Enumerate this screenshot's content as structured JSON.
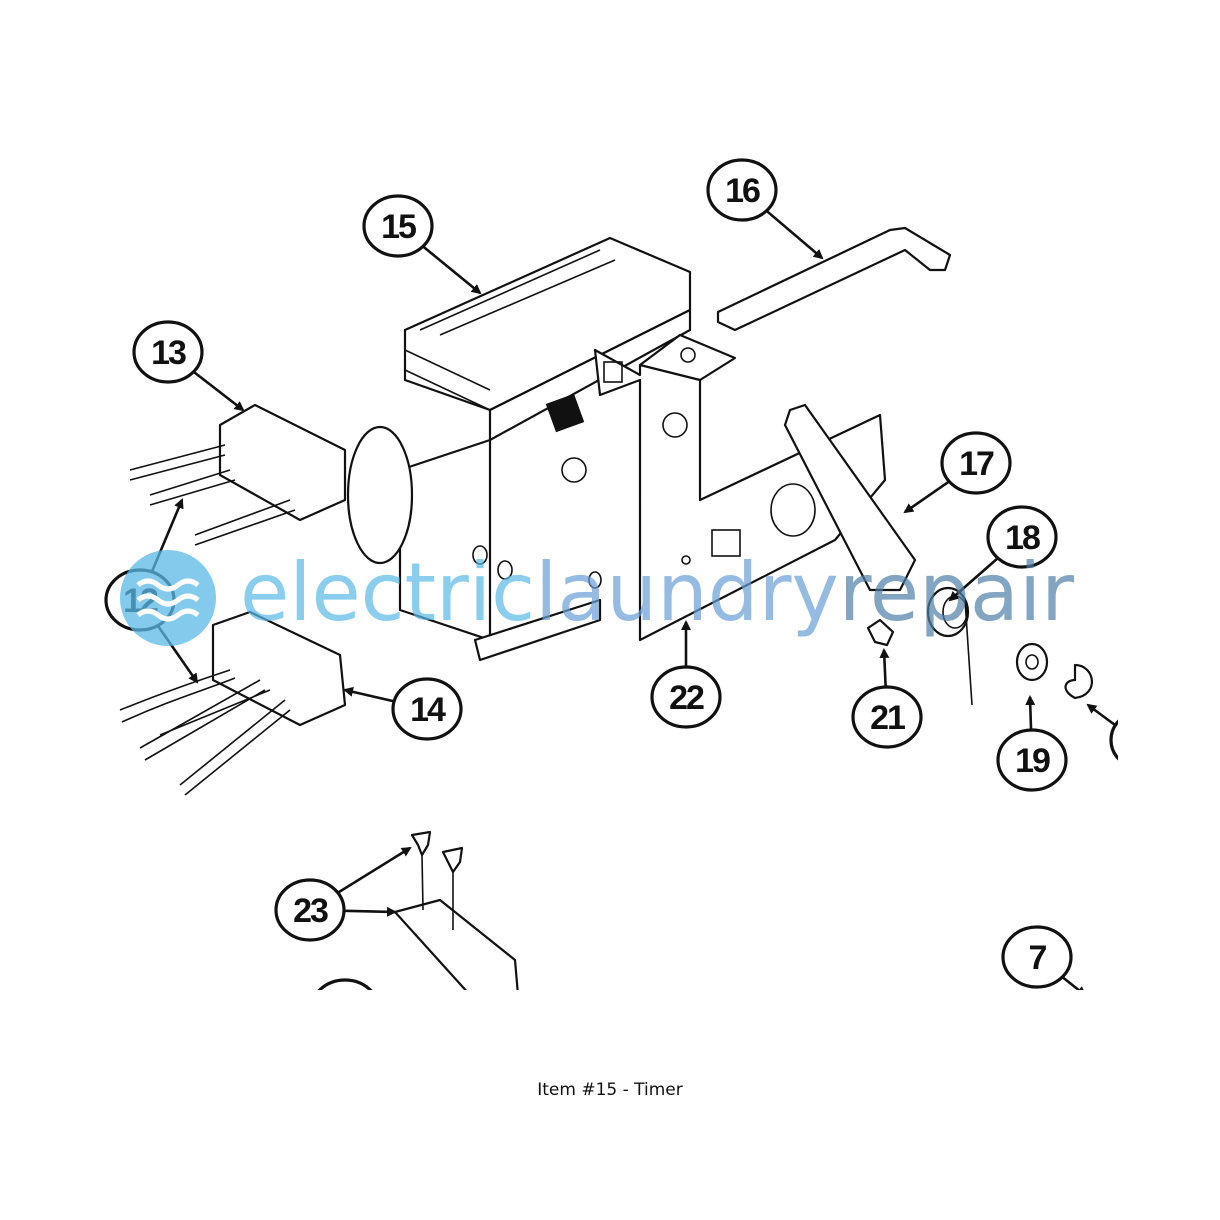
{
  "diagram": {
    "callouts": [
      {
        "id": "13",
        "label": "13"
      },
      {
        "id": "15",
        "label": "15"
      },
      {
        "id": "16",
        "label": "16"
      },
      {
        "id": "17",
        "label": "17"
      },
      {
        "id": "18",
        "label": "18"
      },
      {
        "id": "12",
        "label": "12"
      },
      {
        "id": "14",
        "label": "14"
      },
      {
        "id": "22",
        "label": "22"
      },
      {
        "id": "21",
        "label": "21"
      },
      {
        "id": "19",
        "label": "19"
      },
      {
        "id": "23",
        "label": "23"
      },
      {
        "id": "7",
        "label": "7"
      }
    ]
  },
  "watermark": {
    "part1": "electric",
    "part2": "laundry",
    "part3": "repair",
    "color1": "#5bb8e6",
    "color2": "#6a9fd6",
    "color3": "#4f7fa8"
  },
  "caption": "Item #15 - Timer"
}
